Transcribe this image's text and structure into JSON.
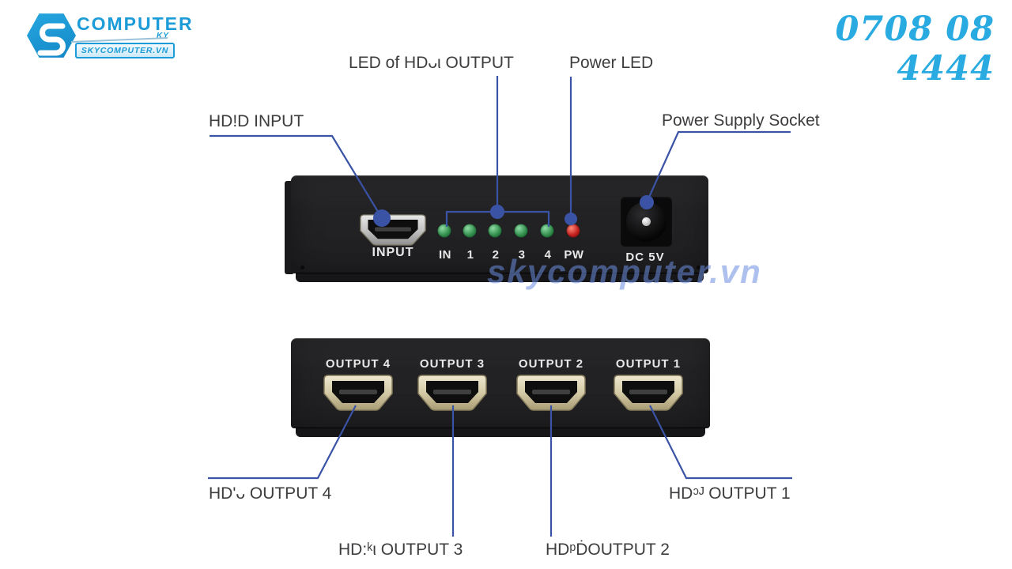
{
  "header": {
    "brand": "COMPUTER",
    "brand_tag": "KY",
    "brand_sub": "SKYCOMPUTER.VN",
    "phone": "0708 08 4444"
  },
  "watermark": "skycomputer.vn",
  "annotations": {
    "led_output": "LED of HDᴗι OUTPUT",
    "power_led": "Power LED",
    "input": "HD!D INPUT",
    "power_socket": "Power Supply Socket",
    "output4": "HD'ᴗ OUTPUT 4",
    "output3": "HD:ᵏι OUTPUT 3",
    "output2": "HDᵖḊOUTPUT 2",
    "output1": "HDᵓᴶ OUTPUT 1"
  },
  "device_top": {
    "input_port_label": "INPUT",
    "led_labels": [
      "IN",
      "1",
      "2",
      "3",
      "4"
    ],
    "power_led_label": "PW",
    "dc_label": "DC 5V"
  },
  "device_bottom": {
    "ports": [
      {
        "label": "OUTPUT 4"
      },
      {
        "label": "OUTPUT 3"
      },
      {
        "label": "OUTPUT 2"
      },
      {
        "label": "OUTPUT 1"
      }
    ]
  },
  "colors": {
    "accent_cyan": "#29abe2",
    "leader_blue": "#3a53a5",
    "led_green": "#35914f",
    "led_red": "#c42220",
    "device_body": "#232325"
  }
}
